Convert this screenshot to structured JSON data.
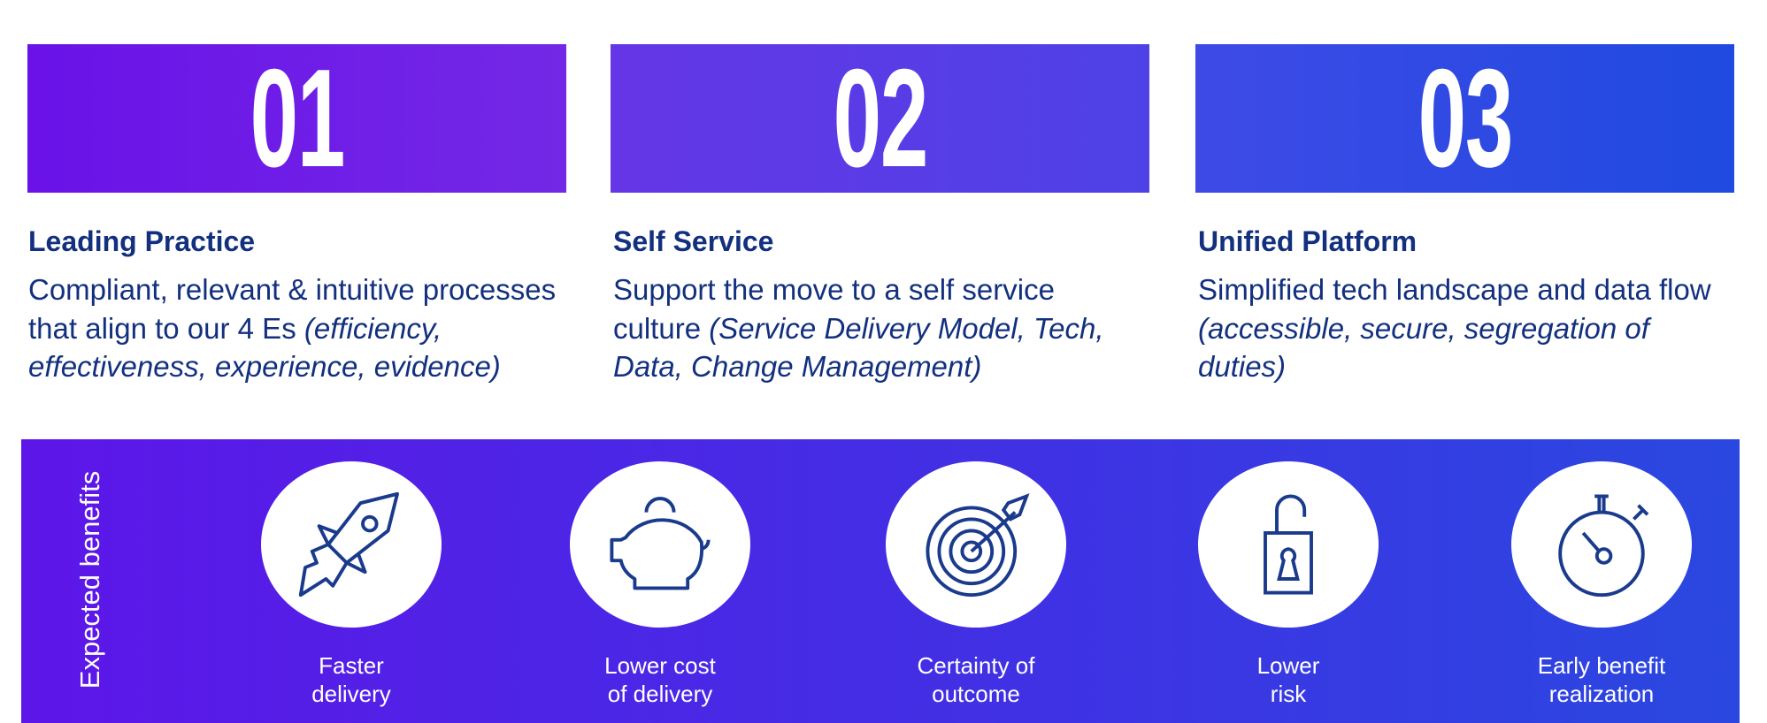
{
  "pillars": [
    {
      "number": "01",
      "title": "Leading Practice",
      "desc": "Compliant, relevant & intuitive processes that align to our 4 Es ",
      "desc_italic": "(efficiency, effectiveness, experience, evidence)"
    },
    {
      "number": "02",
      "title": "Self Service",
      "desc": "Support the move to a self service culture ",
      "desc_italic": "(Service Delivery Model, Tech, Data, Change Management)"
    },
    {
      "number": "03",
      "title": "Unified Platform",
      "desc": "Simplified tech landscape and data flow ",
      "desc_italic": "(accessible, secure, segregation of duties)"
    }
  ],
  "benefits_heading": "Expected benefits",
  "benefits": [
    {
      "icon": "rocket-icon",
      "line1": "Faster",
      "line2": "delivery"
    },
    {
      "icon": "piggy-bank-icon",
      "line1": "Lower cost",
      "line2": "of delivery"
    },
    {
      "icon": "target-icon",
      "line1": "Certainty of",
      "line2": "outcome"
    },
    {
      "icon": "padlock-icon",
      "line1": "Lower",
      "line2": "risk"
    },
    {
      "icon": "stopwatch-icon",
      "line1": "Early benefit",
      "line2": "realization"
    }
  ],
  "colors": {
    "text": "#12307e",
    "icon": "#1a3a8c",
    "band_start": "#5d16e8",
    "band_end": "#2a48e0"
  }
}
